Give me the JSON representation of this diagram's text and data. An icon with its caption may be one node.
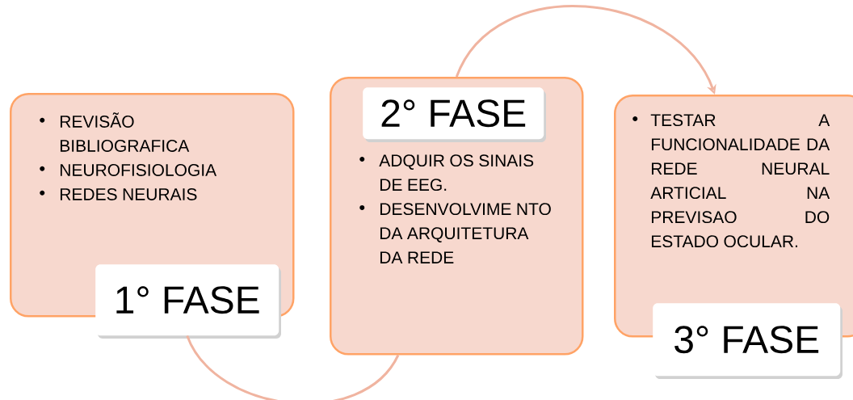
{
  "diagram": {
    "nodes": [
      {
        "text": [
          "REVISÃO BIBLIOGRAFICA",
          "NEUROFISIOLOGIA",
          "REDES NEURAIS"
        ]
      },
      {
        "text": [
          "1° FASE"
        ]
      },
      {
        "text": [
          "ADQUIR OS SINAIS DE  EEG.",
          "DESENVOLVIME NTO DA ARQUITETURA DA REDE"
        ]
      },
      {
        "text": [
          "2° FASE"
        ],
        "in": 2
      },
      {
        "text": [
          "TESTAR A FUNCIONALIDADE DA REDE NEURAL ARTICIAL NA PREVISAO DO ESTADO OCULAR."
        ]
      },
      {
        "text": [
          "3° FASE"
        ]
      }
    ],
    "edges": [
      {
        "from": 1,
        "to": 2,
        "arrow": "none"
      },
      {
        "from": 2,
        "to": 4,
        "arrow": "to"
      }
    ]
  }
}
